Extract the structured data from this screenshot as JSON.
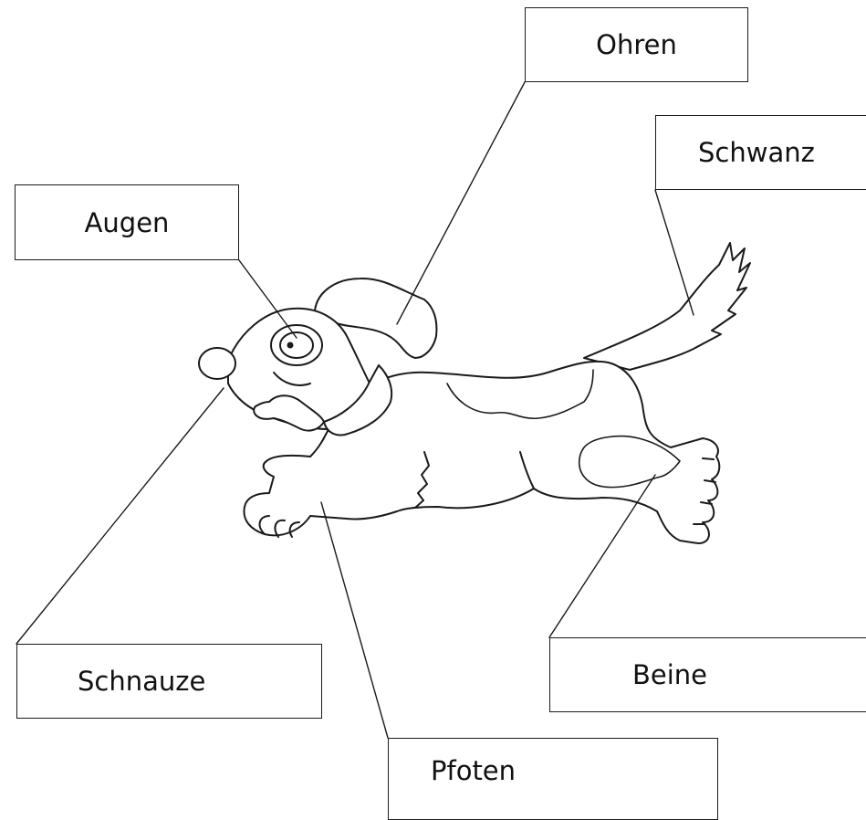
{
  "labels": {
    "ohren": "Ohren",
    "schwanz": "Schwanz",
    "augen": "Augen",
    "schnauze": "Schnauze",
    "beine": "Beine",
    "pfoten": "Pfoten"
  },
  "colors": {
    "line": "#1a1a1a",
    "background": "#ffffff"
  }
}
